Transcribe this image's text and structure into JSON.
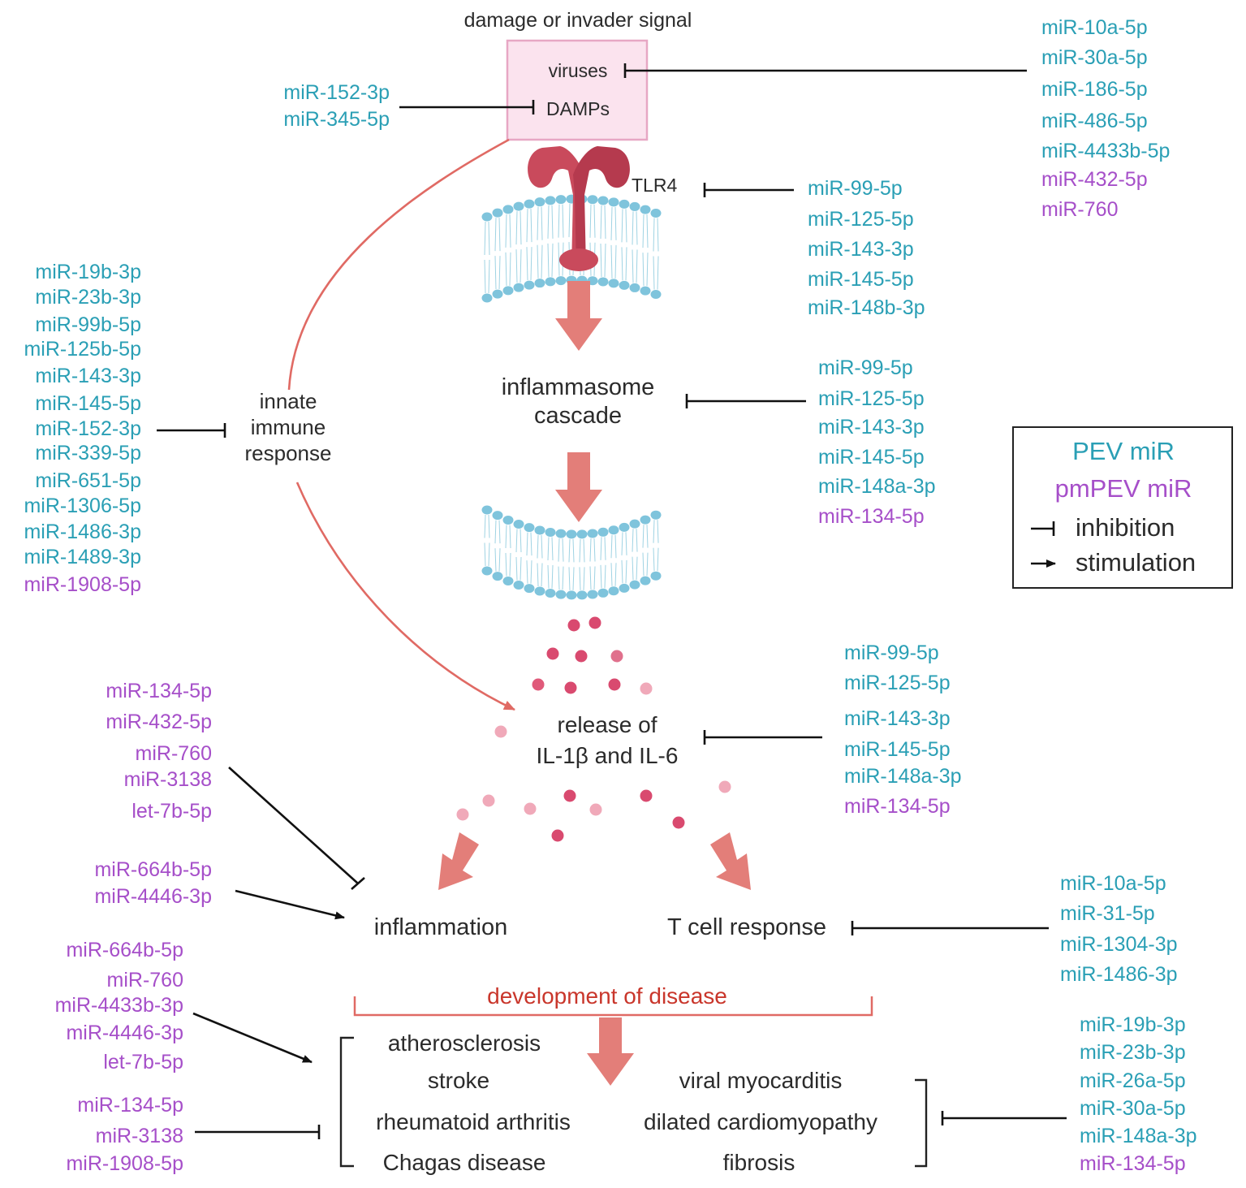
{
  "signal": {
    "heading": "damage or invader signal",
    "viruses": "viruses",
    "damps": "DAMPs"
  },
  "tlr4_label": "TLR4",
  "inflammasome": [
    "inflammasome",
    "cascade"
  ],
  "innate": [
    "innate",
    "immune",
    "response"
  ],
  "release": [
    "release of",
    "IL-1β and IL-6"
  ],
  "inflammation": "inflammation",
  "tcell": "T cell response",
  "development": "development of disease",
  "diseases_left": [
    "atherosclerosis",
    "stroke",
    "rheumatoid arthritis",
    "Chagas disease"
  ],
  "diseases_right": [
    "viral myocarditis",
    "dilated cardiomyopathy",
    "fibrosis"
  ],
  "legend": {
    "pev": "PEV miR",
    "pmpev": "pmPEV miR",
    "inhibition": "inhibition",
    "stimulation": "stimulation"
  },
  "colors": {
    "pev": "#2a9fb5",
    "pmpev": "#a64fc9",
    "accent": "#e37e79",
    "receptor": "#c94a5c"
  },
  "mir_groups": {
    "viruses": [
      {
        "t": "miR-10a-5p",
        "c": "pev"
      },
      {
        "t": "miR-30a-5p",
        "c": "pev"
      },
      {
        "t": "miR-186-5p",
        "c": "pev"
      },
      {
        "t": "miR-486-5p",
        "c": "pev"
      },
      {
        "t": "miR-4433b-5p",
        "c": "pev"
      },
      {
        "t": "miR-432-5p",
        "c": "pm"
      },
      {
        "t": "miR-760",
        "c": "pm"
      }
    ],
    "damps": [
      {
        "t": "miR-152-3p",
        "c": "pev"
      },
      {
        "t": "miR-345-5p",
        "c": "pev"
      }
    ],
    "tlr4": [
      {
        "t": "miR-99-5p",
        "c": "pev"
      },
      {
        "t": "miR-125-5p",
        "c": "pev"
      },
      {
        "t": "miR-143-3p",
        "c": "pev"
      },
      {
        "t": "miR-145-5p",
        "c": "pev"
      },
      {
        "t": "miR-148b-3p",
        "c": "pev"
      }
    ],
    "inflammasome": [
      {
        "t": "miR-99-5p",
        "c": "pev"
      },
      {
        "t": "miR-125-5p",
        "c": "pev"
      },
      {
        "t": "miR-143-3p",
        "c": "pev"
      },
      {
        "t": "miR-145-5p",
        "c": "pev"
      },
      {
        "t": "miR-148a-3p",
        "c": "pev"
      },
      {
        "t": "miR-134-5p",
        "c": "pm"
      }
    ],
    "innate": [
      {
        "t": "miR-19b-3p",
        "c": "pev"
      },
      {
        "t": "miR-23b-3p",
        "c": "pev"
      },
      {
        "t": "miR-99b-5p",
        "c": "pev"
      },
      {
        "t": "miR-125b-5p",
        "c": "pev"
      },
      {
        "t": "miR-143-3p",
        "c": "pev"
      },
      {
        "t": "miR-145-5p",
        "c": "pev"
      },
      {
        "t": "miR-152-3p",
        "c": "pev"
      },
      {
        "t": "miR-339-5p",
        "c": "pev"
      },
      {
        "t": "miR-651-5p",
        "c": "pev"
      },
      {
        "t": "miR-1306-5p",
        "c": "pev"
      },
      {
        "t": "miR-1486-3p",
        "c": "pev"
      },
      {
        "t": "miR-1489-3p",
        "c": "pev"
      },
      {
        "t": "miR-1908-5p",
        "c": "pm"
      }
    ],
    "release": [
      {
        "t": "miR-99-5p",
        "c": "pev"
      },
      {
        "t": "miR-125-5p",
        "c": "pev"
      },
      {
        "t": "miR-143-3p",
        "c": "pev"
      },
      {
        "t": "miR-145-5p",
        "c": "pev"
      },
      {
        "t": "miR-148a-3p",
        "c": "pev"
      },
      {
        "t": "miR-134-5p",
        "c": "pm"
      }
    ],
    "infl_inhib": [
      {
        "t": "miR-134-5p",
        "c": "pm"
      },
      {
        "t": "miR-432-5p",
        "c": "pm"
      },
      {
        "t": "miR-760",
        "c": "pm"
      },
      {
        "t": "miR-3138",
        "c": "pm"
      },
      {
        "t": "let-7b-5p",
        "c": "pm"
      }
    ],
    "infl_stim": [
      {
        "t": "miR-664b-5p",
        "c": "pm"
      },
      {
        "t": "miR-4446-3p",
        "c": "pm"
      }
    ],
    "tcell": [
      {
        "t": "miR-10a-5p",
        "c": "pev"
      },
      {
        "t": "miR-31-5p",
        "c": "pev"
      },
      {
        "t": "miR-1304-3p",
        "c": "pev"
      },
      {
        "t": "miR-1486-3p",
        "c": "pev"
      }
    ],
    "dis_stim": [
      {
        "t": "miR-664b-5p",
        "c": "pm"
      },
      {
        "t": "miR-760",
        "c": "pm"
      },
      {
        "t": "miR-4433b-3p",
        "c": "pm"
      },
      {
        "t": "miR-4446-3p",
        "c": "pm"
      },
      {
        "t": "let-7b-5p",
        "c": "pm"
      }
    ],
    "dis_inhib": [
      {
        "t": "miR-134-5p",
        "c": "pm"
      },
      {
        "t": "miR-3138",
        "c": "pm"
      },
      {
        "t": "miR-1908-5p",
        "c": "pm"
      }
    ],
    "dis_right": [
      {
        "t": "miR-19b-3p",
        "c": "pev"
      },
      {
        "t": "miR-23b-3p",
        "c": "pev"
      },
      {
        "t": "miR-26a-5p",
        "c": "pev"
      },
      {
        "t": "miR-30a-5p",
        "c": "pev"
      },
      {
        "t": "miR-148a-3p",
        "c": "pev"
      },
      {
        "t": "miR-134-5p",
        "c": "pm"
      }
    ]
  }
}
